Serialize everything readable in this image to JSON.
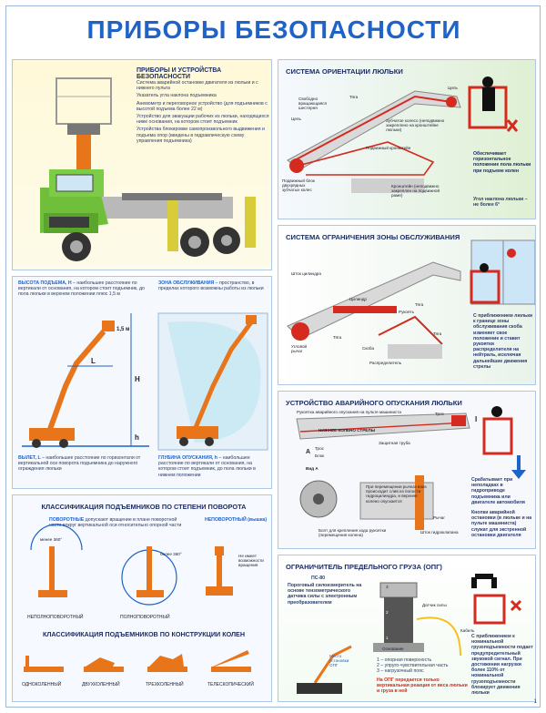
{
  "poster": {
    "title": "ПРИБОРЫ БЕЗОПАСНОСТИ",
    "page_number": "1"
  },
  "p1": {
    "heading": "ПРИБОРЫ И УСТРОЙСТВА БЕЗОПАСНОСТИ",
    "items": [
      "Система аварийной остановке двигателя из люльки и с нижнего пульта",
      "Указатель угла наклона подъемника",
      "Анемометр и переговорное устройство (для подъемников с высотой подъема более 22 м)",
      "Устройство для эвакуации рабочих из люльки, находящихся ниже основания, на котором стоит подъемник",
      "Устройства блокировки самопроизвольного выдвижения и подъема опор (введены в гидравлическую схему управления подъемника)"
    ]
  },
  "p2": {
    "height_text_label": "ВЫСОТА ПОДЪЕМА, Н",
    "height_text": " – наибольшее расстояние по вертикали от основания, на котором стоит подъемник, до пола люльки в верхнем положении плюс 1,5 м",
    "zone_text_label": "ЗОНА ОБСЛУЖИВАНИЯ",
    "zone_text": " – пространство, в пределах которого возможны работы из люльки",
    "dim_15": "1,5 м",
    "dim_H": "H",
    "dim_L": "L",
    "dim_h": "h",
    "outreach_label": "ВЫЛЕТ, L",
    "outreach_text": " – наибольшее расстояние по горизонтали от вертикальной оси поворота подъемника до наружного ограждения люльки",
    "depth_label": "ГЛУБИНА ОПУСКАНИЯ, h",
    "depth_text": " – наибольшее расстояние по вертикали от основания, на котором стоит подъемник, до пола люльки в нижнем положении"
  },
  "p3": {
    "heading": "КЛАССИФИКАЦИЯ ПОДЪЕМНИКОВ ПО СТЕПЕНИ ПОВОРОТА",
    "rot_label": "ПОВОРОТНЫЕ",
    "rot_text": " допускают вращение в плане поворотной части вокруг вертикальной оси относительно опорной части",
    "nonrot_label": "НЕПОВОРОТНЫЙ (вышка)",
    "less360": "менее 360°",
    "more360": "более 360°",
    "no_rotation": "Не имеет возможности вращения",
    "types": [
      "НЕПОЛНОПОВОРОТНЫЙ",
      "ПОЛНОПОВОРОТНЫЙ"
    ],
    "heading2": "КЛАССИФИКАЦИЯ ПОДЪЕМНИКОВ ПО КОНСТРУКЦИИ КОЛЕН",
    "knees": [
      "ОДНОКОЛЕННЫЙ",
      "ДВУХКОЛЕННЫЙ",
      "ТРЕХКОЛЕННЫЙ",
      "ТЕЛЕСКОПИЧЕСКИЙ"
    ]
  },
  "r1": {
    "heading": "СИСТЕМА ОРИЕНТАЦИИ ЛЮЛЬКИ",
    "labels": [
      "Свободно вращающаяся шестерня",
      "Тяга",
      "Цепь",
      "Цепь",
      "Зубчатое колесо (неподвижно закреплено на кронштейне люльки)",
      "Подвижный кронштейн",
      "Подвижный блок двухрядных зубчатых колес",
      "Кронштейн (неподвижно закреплен на подвижной раме)"
    ],
    "side_text": "Обеспечивает горизонтальное положение пола люльки при подъеме колен",
    "angle_text": "Угол наклона люльки – не более 6°"
  },
  "r2": {
    "heading": "СИСТЕМА ОГРАНИЧЕНИЯ ЗОНЫ ОБСЛУЖИВАНИЯ",
    "labels": [
      "Шток цилиндра",
      "Цилиндр",
      "Рукоять",
      "Тяга",
      "Угловой рычаг",
      "Тяга",
      "Скоба",
      "Распределитель",
      "Тяга"
    ],
    "side_text": "С приближением люльки к границе зоны обслуживания скоба изменяет свое положение и ставит рукоятки распределителя на нейтраль, исключая дальнейшие движения стрелы"
  },
  "r3": {
    "heading": "УСТРОЙСТВО АВАРИЙНОГО ОПУСКАНИЯ ЛЮЛЬКИ",
    "labels": [
      "Рукоятка аварийного опускания на пульте машиниста",
      "Трос",
      "НИЖНЕЕ КОЛЕНО СТРЕЛЫ",
      "Защитная труба",
      "Трос",
      "Блок",
      "Вид А",
      "При перемещении рычага вниз происходит слив из полости гидроцилиндра, и верхнее колено опускается",
      "Болт для крепления хода рукоятки (перемещения колена)",
      "Шток гидроклапана",
      "Рычаг"
    ],
    "mark_I": "I",
    "mark_A": "А",
    "side_text1": "Срабатывает при неполадках в гидроприводе подъемника или двигателе автомобиля",
    "side_text2": "Кнопки аварийной остановки (в люльке и на пульте машиниста) служат для экстренной остановки двигателя"
  },
  "r4": {
    "heading": "ОГРАНИЧИТЕЛЬ ПРЕДЕЛЬНОГО ГРУЗА (ОПГ)",
    "sensor_name": "ПС-80",
    "sensor_text": "Пороговый силоизмеритель на основе тензометрического датчика силы с электронным преобразователем",
    "site_label": "Место установки ОПГ",
    "sensor_label": "Датчик силы",
    "cable_label": "Кабель",
    "base_label": "Основание",
    "numbers": [
      "1",
      "2",
      "3"
    ],
    "parts": [
      "1 – опорная поверхность",
      "2 – упруго-чувствительная часть",
      "3 – нагрузочный пояс"
    ],
    "warning": "На ОПГ передается только вертикальная реакция от веса люльки и груза в ней",
    "side_text": "С приближением к номинальной грузоподъемности подает предупредительный звуковой сигнал. При достижении нагрузки более 110% от номинальной грузоподъемности блокирует движения люльки"
  },
  "colors": {
    "accent": "#1f63c7",
    "boom": "#e8751a",
    "truck": "#6fbf3b",
    "red": "#d42a1f"
  }
}
